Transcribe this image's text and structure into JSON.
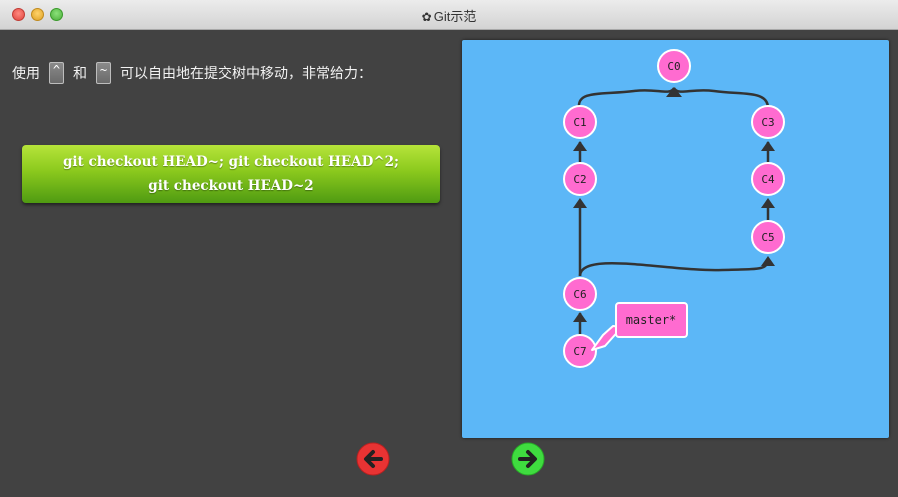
{
  "window": {
    "title": "Git示范",
    "title_icon": "gear-icon"
  },
  "instruction": {
    "prefix": "使用",
    "key1": "^",
    "middle": "和",
    "key2": "~",
    "suffix": "可以自由地在提交树中移动，非常给力："
  },
  "command": {
    "line1": "git checkout HEAD~; git checkout HEAD^2;",
    "line2": "git checkout HEAD~2"
  },
  "graph": {
    "background": "#5cb7f7",
    "node_color": "#ff6bd0",
    "commits": [
      "C0",
      "C1",
      "C2",
      "C3",
      "C4",
      "C5",
      "C6",
      "C7"
    ],
    "branch_label": "master*"
  },
  "navigation": {
    "back_color": "#e83333",
    "forward_color": "#3fdc3f",
    "back_icon": "arrow-left-icon",
    "forward_icon": "arrow-right-icon"
  }
}
